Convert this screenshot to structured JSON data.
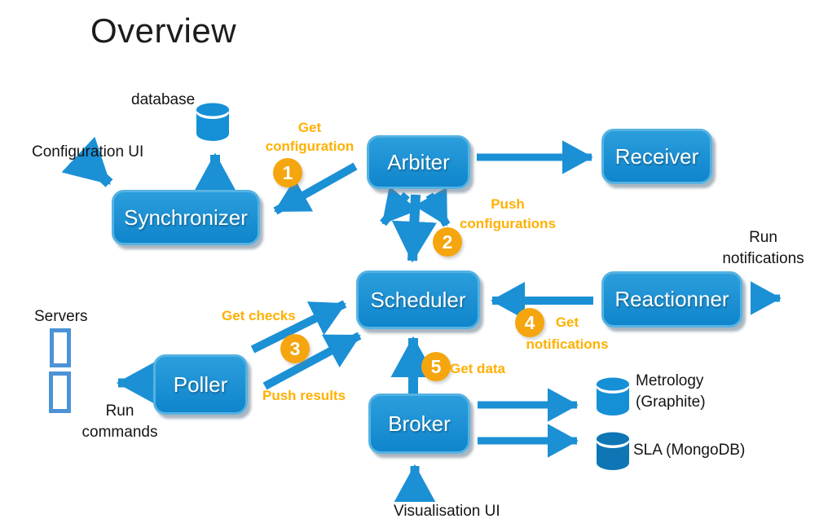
{
  "slide_title": "Overview",
  "palette": {
    "node_blue": "#1590d6",
    "node_border_blue": "#55b2e2",
    "arrow_blue": "#1b90d5",
    "badge_orange": "#f5a50d",
    "flow_label_orange": "#ffb000",
    "server_icon_blue": "#4b93d6",
    "sla_cylinder_blue": "#0e76b4"
  },
  "nodes": {
    "synchronizer": "Synchronizer",
    "arbiter": "Arbiter",
    "receiver": "Receiver",
    "scheduler": "Scheduler",
    "reactionner": "Reactionner",
    "poller": "Poller",
    "broker": "Broker"
  },
  "annotations": {
    "database": "database",
    "configuration_ui": "Configuration UI",
    "servers": "Servers",
    "run_commands": {
      "line1": "Run",
      "line2": "commands"
    },
    "run_notifications": {
      "line1": "Run",
      "line2": "notifications"
    },
    "visualisation_ui": "Visualisation UI",
    "metrology": {
      "line1": "Metrology",
      "line2": "(Graphite)"
    },
    "sla": "SLA (MongoDB)"
  },
  "flows": {
    "get_configuration": {
      "badge": "1",
      "line1": "Get",
      "line2": "configuration"
    },
    "push_configurations": {
      "badge": "2",
      "line1": "Push",
      "line2": "configurations"
    },
    "checks": {
      "badge": "3",
      "get_checks": "Get checks",
      "push_results": "Push results"
    },
    "get_notifications": {
      "badge": "4",
      "line1": "Get",
      "line2": "notifications"
    },
    "get_data": {
      "badge": "5",
      "label": "Get data"
    }
  }
}
